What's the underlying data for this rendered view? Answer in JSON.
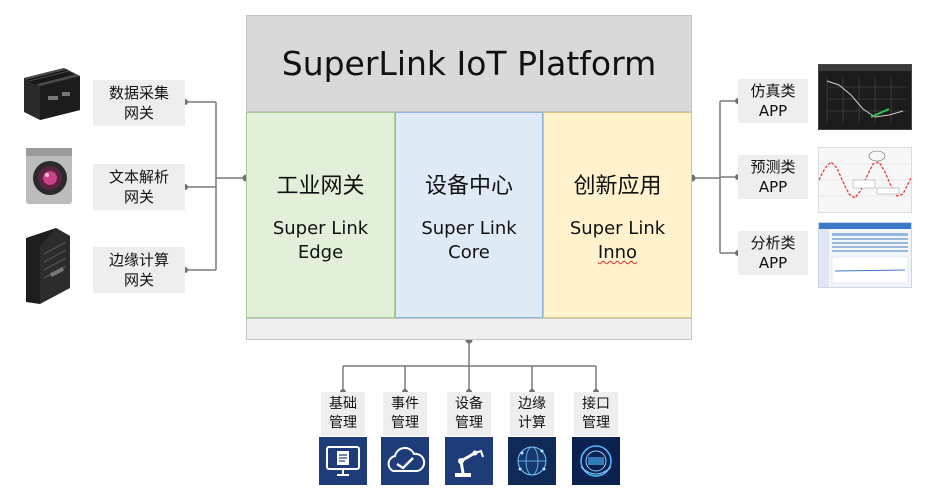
{
  "platform": {
    "title": "SuperLink IoT Platform",
    "modules": [
      {
        "cn": "工业网关",
        "en_line1": "Super Link",
        "en_line2": "Edge"
      },
      {
        "cn": "设备中心",
        "en_line1": "Super Link",
        "en_line2": "Core"
      },
      {
        "cn": "创新应用",
        "en_line1": "Super Link",
        "en_line2": "Inno"
      }
    ]
  },
  "gateways": [
    {
      "line1": "数据采集",
      "line2": "网关",
      "icon": "industrial-gateway-box"
    },
    {
      "line1": "文本解析",
      "line2": "网关",
      "icon": "industrial-camera"
    },
    {
      "line1": "边缘计算",
      "line2": "网关",
      "icon": "gpu-compute-card"
    }
  ],
  "apps": [
    {
      "line1": "仿真类",
      "line2": "APP",
      "icon": "simulation-chart-screenshot"
    },
    {
      "line1": "预测类",
      "line2": "APP",
      "icon": "prediction-waveform-screenshot"
    },
    {
      "line1": "分析类",
      "line2": "APP",
      "icon": "analysis-table-screenshot"
    }
  ],
  "management": [
    {
      "line1": "基础",
      "line2": "管理",
      "icon": "document-monitor-icon"
    },
    {
      "line1": "事件",
      "line2": "管理",
      "icon": "cloud-check-icon"
    },
    {
      "line1": "设备",
      "line2": "管理",
      "icon": "robot-arm-icon"
    },
    {
      "line1": "边缘",
      "line2": "计算",
      "icon": "network-globe-icon"
    },
    {
      "line1": "接口",
      "line2": "管理",
      "icon": "api-ring-icon"
    }
  ],
  "colors": {
    "header": "#d9d9d9",
    "edge": "#e2f0d9",
    "core": "#deebf7",
    "inno": "#fff2cc",
    "label_bg": "#eeeeee",
    "tile_bg": "#1e3d78",
    "connector": "#6e6e6e"
  }
}
